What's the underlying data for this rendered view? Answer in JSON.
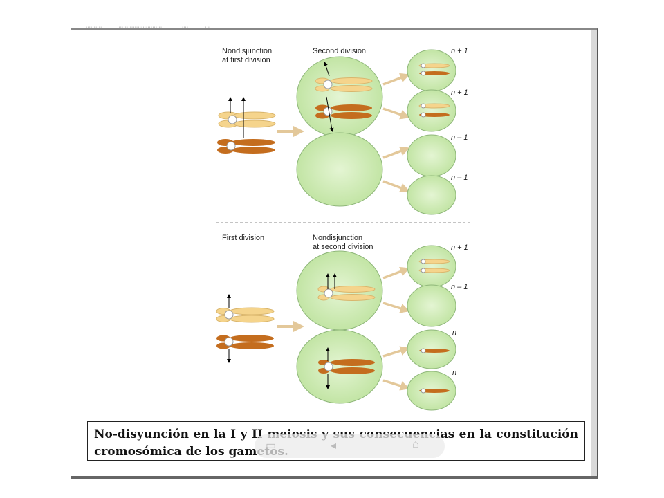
{
  "top_nav": [
    "··········",
    "····························",
    "·····",
    "···"
  ],
  "panel_top": {
    "label_first": [
      "Nondisjunction",
      "at first division"
    ],
    "label_second": "Second division",
    "gamete_labels": [
      "n + 1",
      "n + 1",
      "n – 1",
      "n – 1"
    ]
  },
  "panel_bottom": {
    "label_first": "First division",
    "label_second": [
      "Nondisjunction",
      "at second division"
    ],
    "gamete_labels": [
      "n + 1",
      "n – 1",
      "n",
      "n"
    ]
  },
  "caption": "No-disyunción en la I y II meiosis y sus consecuencias en la constitución cromosómica de los gametos.",
  "colors": {
    "cell_fill": "#cbe9b0",
    "cell_stroke": "#8fb77a",
    "chrom_light": "#f5d48c",
    "chrom_dark": "#c46d1e",
    "arrow": "#e3c89a"
  },
  "overlay_icons": [
    "screen-icon",
    "back-icon",
    "home-icon"
  ]
}
